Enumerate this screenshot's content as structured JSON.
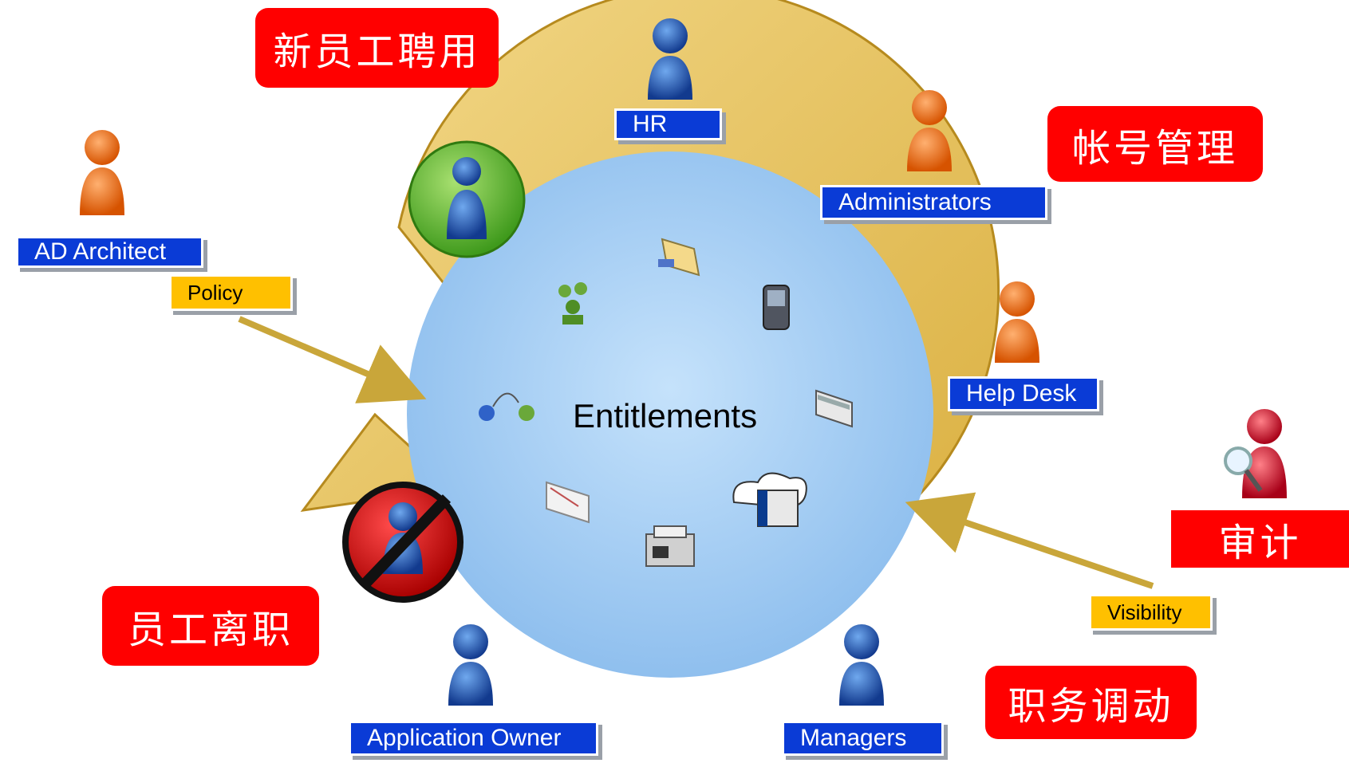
{
  "center": {
    "label": "Entitlements"
  },
  "stages": {
    "hire": "新员工聘用",
    "account": "帐号管理",
    "audit": "审计",
    "transfer": "职务调动",
    "leave": "员工离职"
  },
  "roles": {
    "hr": "HR",
    "administrators": "Administrators",
    "help_desk": "Help Desk",
    "managers": "Managers",
    "app_owner": "Application Owner",
    "ad_architect": "AD Architect"
  },
  "tags": {
    "policy": "Policy",
    "visibility": "Visibility"
  },
  "colors": {
    "ring": "#e8c25a",
    "inner": "#a9cff2",
    "stage_bg": "#ff0000",
    "role_bg": "#0a3bd6",
    "tag_bg": "#ffc000",
    "arrow": "#c9a63a"
  }
}
